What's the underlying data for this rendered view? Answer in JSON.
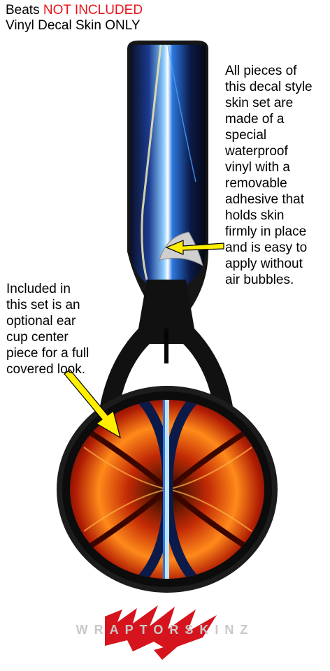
{
  "header": {
    "line1_prefix": "Beats",
    "line1_highlight": "NOT INCLUDED",
    "line2": "Vinyl Decal Skin ONLY"
  },
  "callouts": {
    "right": "All pieces of\nthis decal style\nskin set are\nmade of a\nspecial\nwaterproof\nvinyl with a\nremovable\nadhesive that\nholds skin\nfirmly in place\nand is easy to\napply without\nair bubbles.",
    "left": "Included in\nthis set is an\noptional ear\ncup center\npiece for a full\ncovered look."
  },
  "logo": {
    "text": "WRAPTORSKINZ"
  },
  "colors": {
    "highlight": "#e8141b",
    "arrow": "#ffee00",
    "headphone": "#1b1b1b"
  }
}
